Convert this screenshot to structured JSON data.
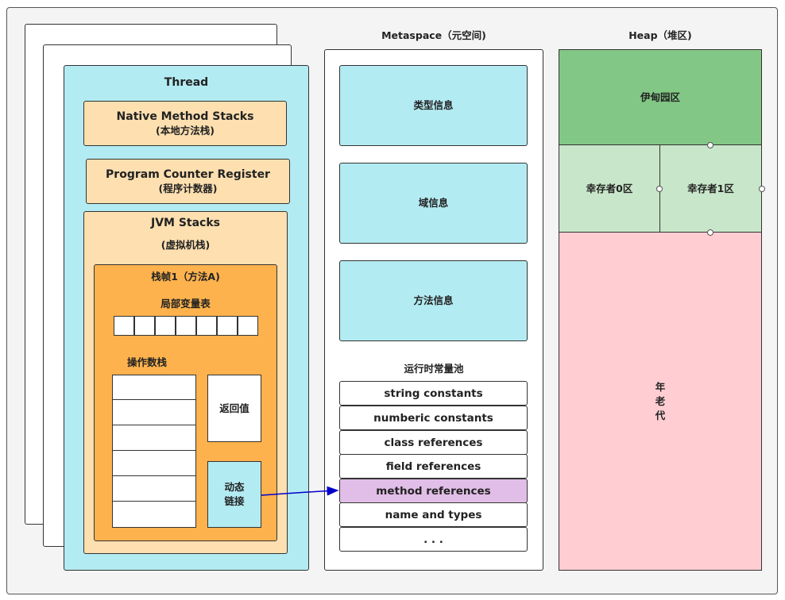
{
  "thread": {
    "title": "Thread",
    "native_stack": {
      "line1": "Native Method Stacks",
      "line2": "(本地方法栈)"
    },
    "pc_register": {
      "line1": "Program Counter Register",
      "line2": "(程序计数器)"
    },
    "jvm_stacks": {
      "line1": "JVM Stacks",
      "line2": "(虚拟机栈)"
    },
    "frame": {
      "title": "栈帧1（方法A)",
      "local_vars": "局部变量表",
      "operand_stack": "操作数栈",
      "return_value": "返回值",
      "dynamic_link": {
        "line1": "动态",
        "line2": "链接"
      }
    }
  },
  "metaspace": {
    "title": "Metaspace（元空间)",
    "type_info": "类型信息",
    "field_info": "域信息",
    "method_info": "方法信息",
    "runtime_pool_title": "运行时常量池",
    "pool_items": [
      "string constants",
      "numberic constants",
      "class references",
      "field references",
      "method references",
      "name and types",
      ". . ."
    ]
  },
  "heap": {
    "title": "Heap（堆区)",
    "eden": "伊甸园区",
    "survivor0": "幸存者0区",
    "survivor1": "幸存者1区",
    "old_gen": {
      "c1": "年",
      "c2": "老",
      "c3": "代"
    }
  },
  "colors": {
    "thread_bg": "#b3ebf2",
    "beige": "#fddfb0",
    "orange": "#fdb24d",
    "eden": "#82c785",
    "survivor": "#c8e6c9",
    "old_gen": "#ffcdd2",
    "highlight": "#e1bee7",
    "arrow": "#0000cc"
  }
}
